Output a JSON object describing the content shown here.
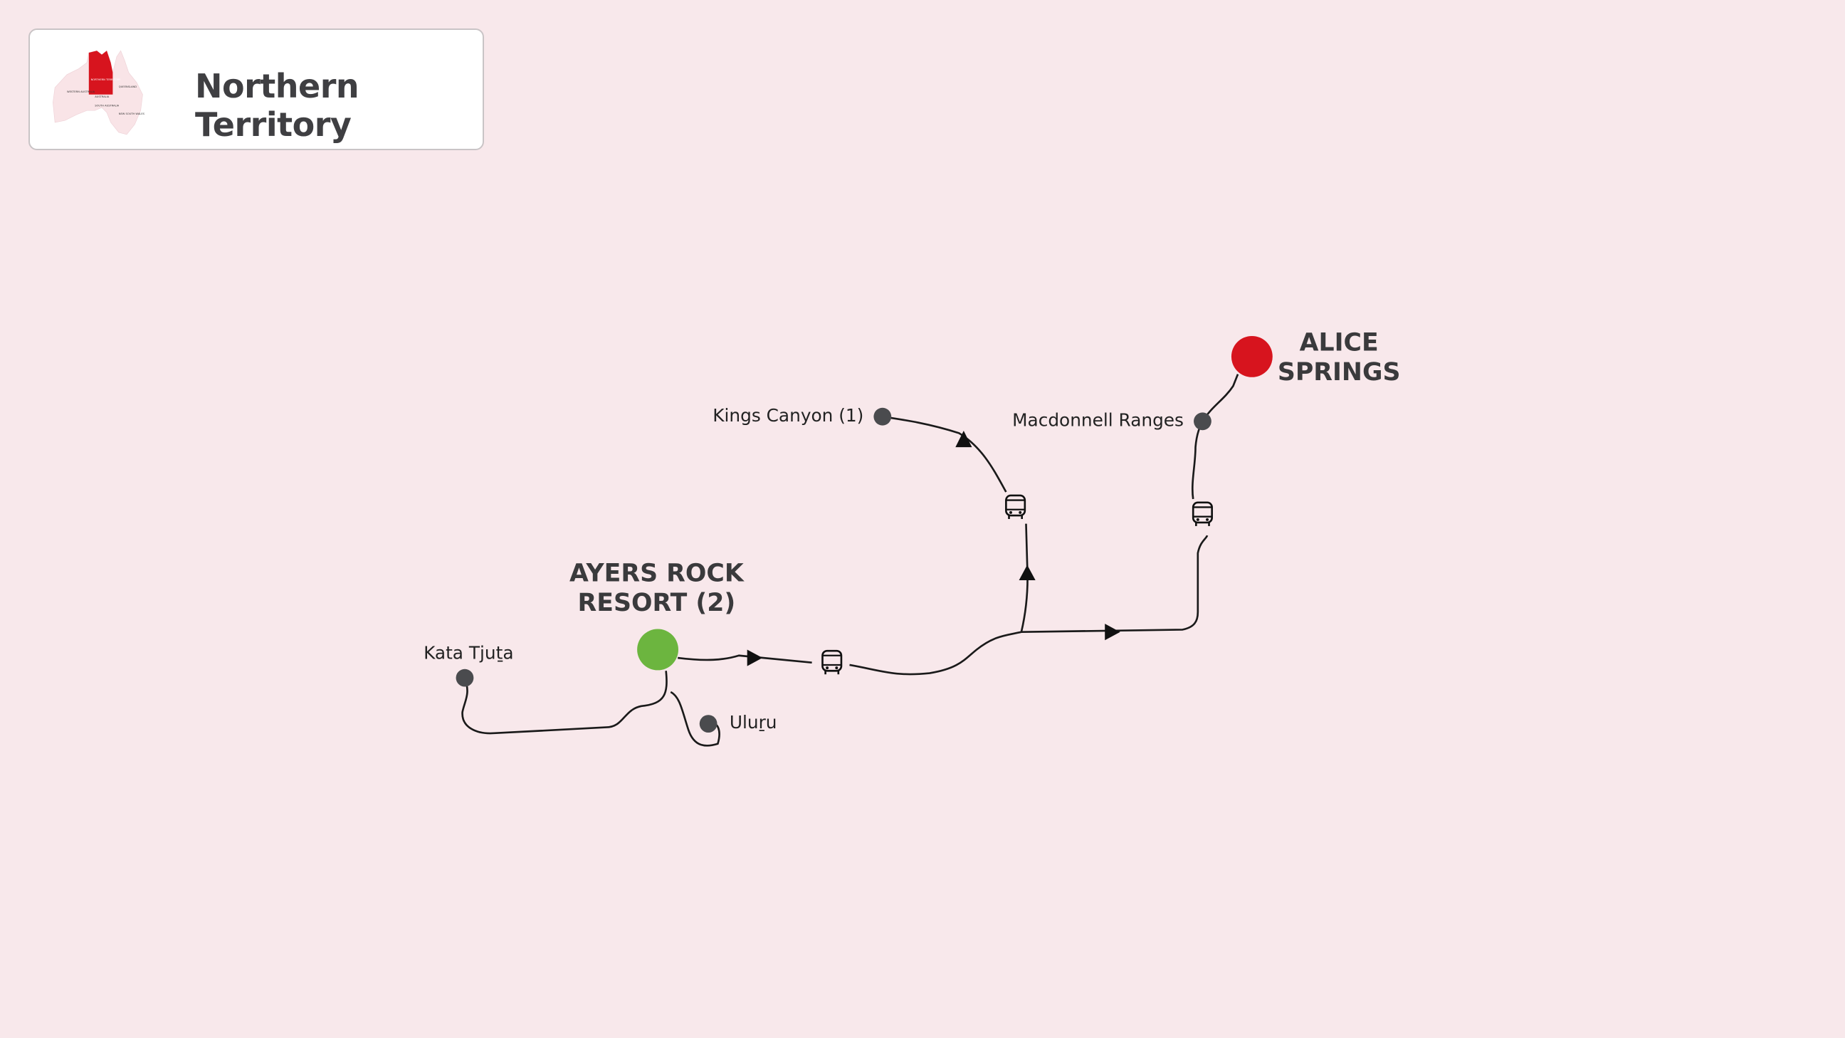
{
  "header": {
    "title": "Northern Territory",
    "minimap_labels": [
      "WESTERN AUSTRALIA",
      "NORTHERN TERRITORY",
      "QUEENSLAND",
      "SOUTH AUSTRALIA",
      "NEW SOUTH WALES",
      "AUSTRALIA"
    ]
  },
  "places": {
    "ayers_rock": {
      "line1": "AYERS ROCK",
      "line2": "RESORT (2)"
    },
    "alice_springs": {
      "line1": "ALICE",
      "line2": "SPRINGS"
    },
    "kata_tjuta": "Kata Tjuṯa",
    "uluru": "Uluṟu",
    "kings_canyon": "Kings Canyon (1)",
    "macdonnell_ranges": "Macdonnell Ranges"
  },
  "transport": {
    "icon": "bus-icon"
  },
  "colors": {
    "background": "#f8e8eb",
    "start": "#6cb53f",
    "end": "#d7141e",
    "stop": "#4a4b4e",
    "route": "#1a1a1a"
  }
}
